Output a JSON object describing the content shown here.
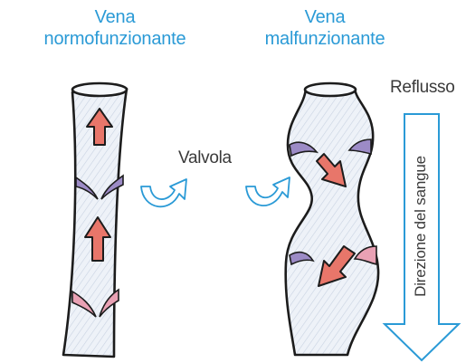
{
  "diagram": {
    "left_title": {
      "line1": "Vena",
      "line2": "normofunzionante"
    },
    "right_title": {
      "line1": "Vena",
      "line2": "malfunzionante"
    },
    "valve_label": "Valvola",
    "reflux_label": "Reflusso",
    "direction_label": "Direzione del sangue"
  },
  "colors": {
    "title": "#2a9ad6",
    "arrow_outline": "#2a9ad6",
    "blood_arrow": "#e8766a",
    "valve_purple": "#9c8bc6",
    "valve_pink": "#e9a1b4",
    "vein_fill": "#e9eef6",
    "vein_stroke": "#1c1c1c"
  },
  "icons": {
    "valve_pointer_left": "curved-arrow-icon",
    "valve_pointer_right": "curved-arrow-icon",
    "direction_arrow": "down-arrow-icon"
  }
}
